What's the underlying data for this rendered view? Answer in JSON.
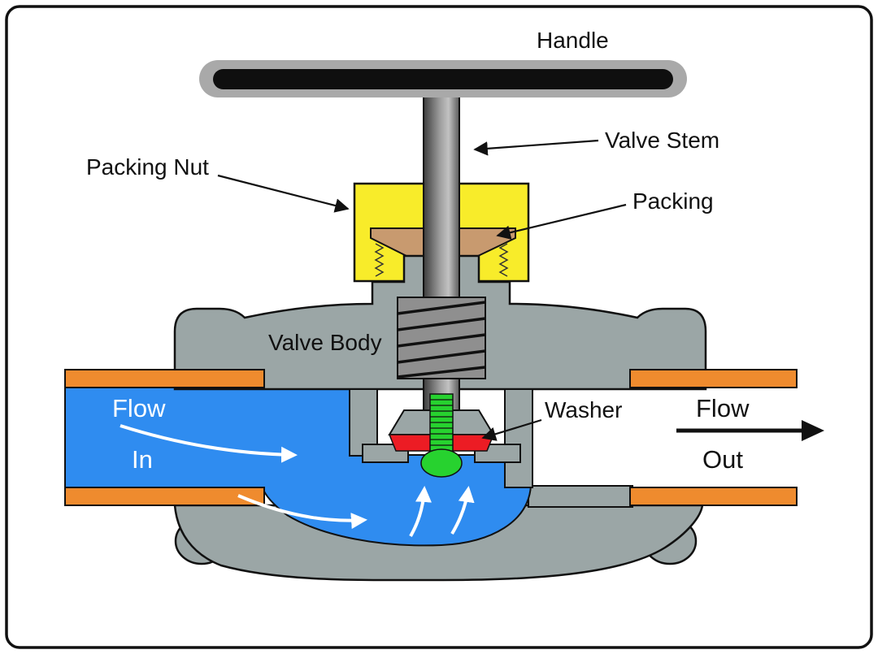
{
  "diagram": {
    "labels": {
      "handle": "Handle",
      "valve_stem": "Valve Stem",
      "packing_nut": "Packing Nut",
      "packing": "Packing",
      "valve_body": "Valve Body",
      "washer": "Washer",
      "flow_in": {
        "line1": "Flow",
        "line2": "In"
      },
      "flow_out": {
        "line1": "Flow",
        "line2": "Out"
      }
    },
    "colors": {
      "body_gray": "#9ba6a6",
      "handle_gray": "#a9a9a9",
      "handle_core_black": "#0f0f0f",
      "packing_nut_yellow": "#f8ec2a",
      "packing_tan": "#c89a6f",
      "fluid_blue": "#2f8cf0",
      "pipe_orange": "#ef8b2e",
      "washer_red": "#ec1c24",
      "disc_green": "#27d22f",
      "outline_black": "#111111"
    }
  }
}
